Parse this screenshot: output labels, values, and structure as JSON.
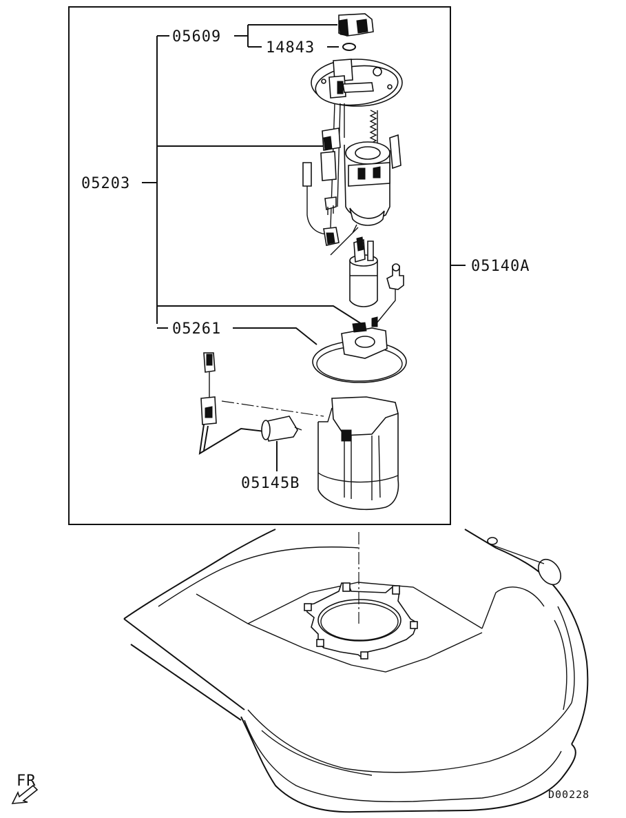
{
  "labels": {
    "p05609": "05609",
    "p14843": "14843",
    "p05203": "05203",
    "p05140A": "05140A",
    "p05261": "05261",
    "p05145B": "05145B"
  },
  "corner": {
    "direction": "FR",
    "diagram_id": "D00228"
  }
}
